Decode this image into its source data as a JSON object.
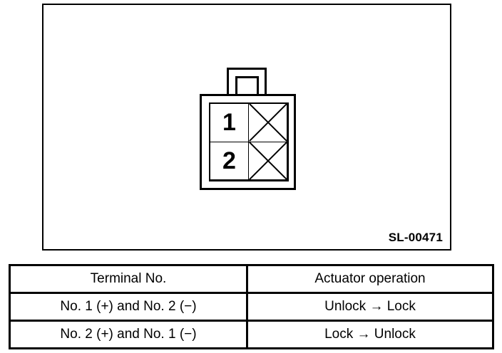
{
  "figure": {
    "code_label": "SL-00471",
    "connector": {
      "name": "door-lock-actuator-connector",
      "cells": [
        {
          "position": "top-left",
          "label": "1",
          "type": "numbered-terminal"
        },
        {
          "position": "top-right",
          "label": "",
          "type": "x-marked-cavity"
        },
        {
          "position": "bottom-left",
          "label": "2",
          "type": "numbered-terminal"
        },
        {
          "position": "bottom-right",
          "label": "",
          "type": "x-marked-cavity"
        }
      ]
    }
  },
  "table": {
    "headers": [
      "Terminal No.",
      "Actuator operation"
    ],
    "rows": [
      [
        "No. 1 (+) and No. 2 (−)",
        "Unlock → Lock"
      ],
      [
        "No. 2 (+) and No. 1 (−)",
        "Lock → Unlock"
      ]
    ]
  },
  "colors": {
    "ink": "#000000",
    "paper": "#ffffff"
  }
}
